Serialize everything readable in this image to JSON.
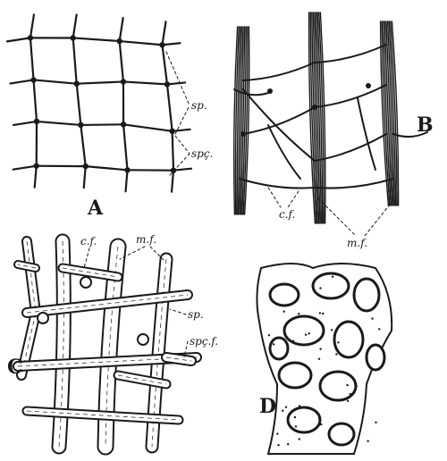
{
  "figure": {
    "panels": [
      {
        "id": "A",
        "letter": "A",
        "labels": [
          "sp.",
          "spç."
        ]
      },
      {
        "id": "B",
        "letter": "B",
        "labels": [
          "c.f.",
          "m.f."
        ]
      },
      {
        "id": "C",
        "letter": "C",
        "labels": [
          "c.f.",
          "m.f.",
          "sp.",
          "spç.f."
        ]
      },
      {
        "id": "D",
        "letter": "D",
        "labels": []
      }
    ]
  },
  "colors": {
    "ink": "#1a1a1a",
    "paper": "#ffffff"
  }
}
